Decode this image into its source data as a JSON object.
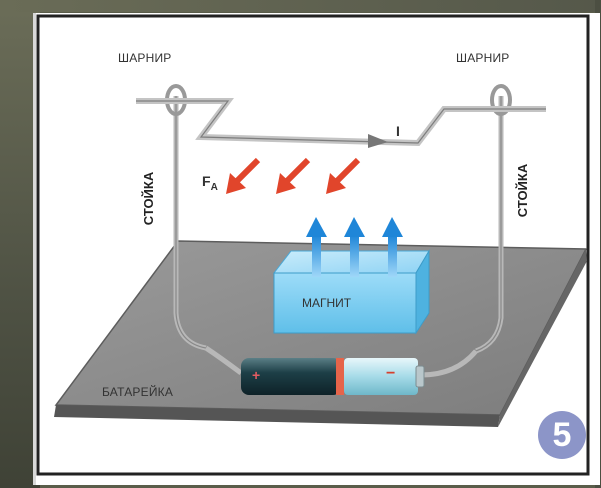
{
  "labels": {
    "hinge_left": "ШАРНИР",
    "hinge_right": "ШАРНИР",
    "post_left": "СТОЙКА",
    "post_right": "СТОЙКА",
    "current": "I",
    "force": "F",
    "force_sub": "A",
    "magnet": "МАГНИТ",
    "battery": "БАТАРЕЙКА",
    "plus": "+",
    "minus": "−",
    "figure_number": "5"
  },
  "colors": {
    "platform": "#8e8e8e",
    "magnet": "#8fd3f4",
    "force_arrows": "#e1452b",
    "field_arrows": "#3fa3e8",
    "badge": "#8c95c8"
  }
}
